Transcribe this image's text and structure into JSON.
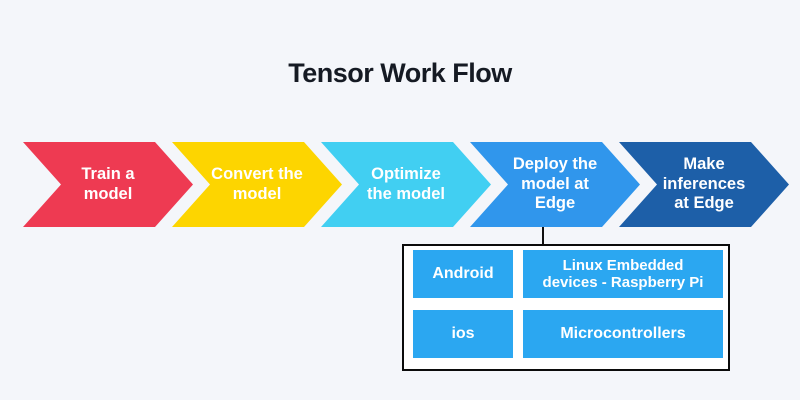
{
  "title": "Tensor Work Flow",
  "colors": {
    "background": "#f4f6fa",
    "title_text": "#151a23",
    "step_text": "#ffffff",
    "connector": "#101010",
    "box_border": "#0b0b0b",
    "box_fill": "#ffffff",
    "cell_blue": "#2ba7f1"
  },
  "workflow": {
    "steps": [
      {
        "label": "Train a\nmodel",
        "color": "#ee3a52"
      },
      {
        "label": "Convert the\nmodel",
        "color": "#fdd500"
      },
      {
        "label": "Optimize\nthe model",
        "color": "#41cff2"
      },
      {
        "label": "Deploy the\nmodel at\nEdge",
        "color": "#3096ec"
      },
      {
        "label": "Make\ninferences\nat Edge",
        "color": "#1d5fa8"
      }
    ]
  },
  "edge_devices": {
    "cells": [
      {
        "label": "Android"
      },
      {
        "label": "Linux Embedded\ndevices - Raspberry Pi"
      },
      {
        "label": "ios"
      },
      {
        "label": "Microcontrollers"
      }
    ]
  }
}
